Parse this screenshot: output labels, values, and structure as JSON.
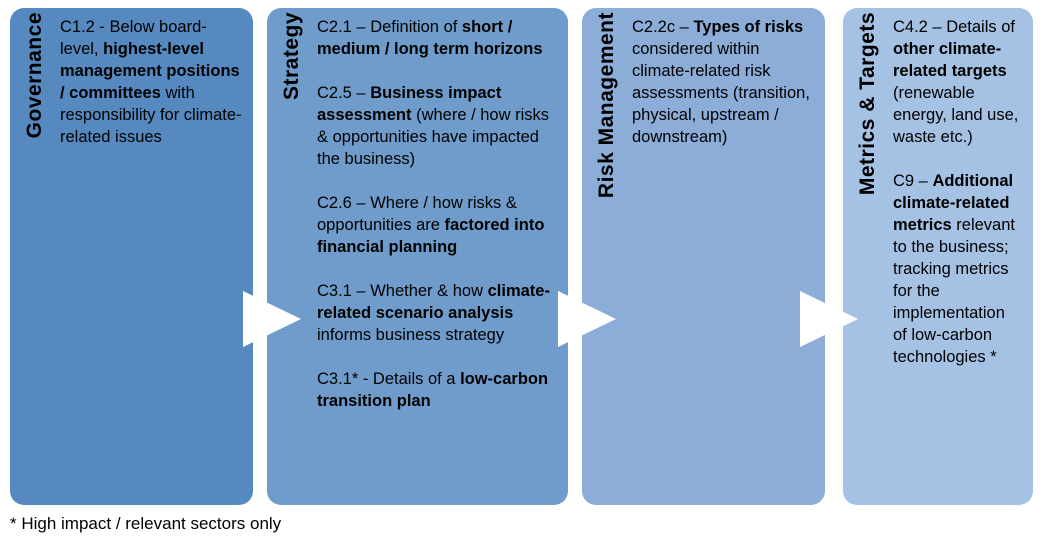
{
  "colors": {
    "column_governance": "#5589C0",
    "column_strategy": "#6F9CCB",
    "column_risk_management": "#8BADD8",
    "column_metrics_targets": "#A5C1E4",
    "arrow": "#FFFFFF",
    "text": "#000000"
  },
  "footnote": "* High impact / relevant sectors only",
  "columns": [
    {
      "label": "Governance",
      "items": [
        {
          "segments": [
            {
              "text": "C1.2 - Below board-level, "
            },
            {
              "text": "highest-level management positions / committees",
              "bold": true
            },
            {
              "text": " with responsibility for climate-related issues"
            }
          ]
        }
      ]
    },
    {
      "label": "Strategy",
      "items": [
        {
          "segments": [
            {
              "text": "C2.1 – Definition of "
            },
            {
              "text": "short / medium / long term horizons",
              "bold": true
            }
          ]
        },
        {
          "segments": [
            {
              "text": "C2.5 – "
            },
            {
              "text": "Business impact assessment",
              "bold": true
            },
            {
              "text": " (where / how risks & opportunities have impacted the business)"
            }
          ]
        },
        {
          "segments": [
            {
              "text": "C2.6 – Where / how risks & opportunities are "
            },
            {
              "text": "factored into financial planning",
              "bold": true
            }
          ]
        },
        {
          "segments": [
            {
              "text": "C3.1 – Whether & how "
            },
            {
              "text": "climate-related scenario analysis",
              "bold": true
            },
            {
              "text": " informs business strategy"
            }
          ]
        },
        {
          "segments": [
            {
              "text": "C3.1* - Details of a "
            },
            {
              "text": "low-carbon transition plan",
              "bold": true
            }
          ]
        }
      ]
    },
    {
      "label": "Risk Management",
      "items": [
        {
          "segments": [
            {
              "text": "C2.2c – "
            },
            {
              "text": "Types of risks",
              "bold": true
            },
            {
              "text": " considered within climate-related risk assessments (transition, physical, upstream / downstream)"
            }
          ]
        }
      ]
    },
    {
      "label": "Metrics & Targets",
      "items": [
        {
          "segments": [
            {
              "text": "C4.2 – Details of "
            },
            {
              "text": "other climate-related targets",
              "bold": true
            },
            {
              "text": " (renewable energy, land use, waste etc.)"
            }
          ]
        },
        {
          "segments": [
            {
              "text": "C9 – "
            },
            {
              "text": "Additional climate-related metrics",
              "bold": true
            },
            {
              "text": " relevant to the business; tracking metrics for the implementation of low-carbon technologies *"
            }
          ]
        }
      ]
    }
  ]
}
